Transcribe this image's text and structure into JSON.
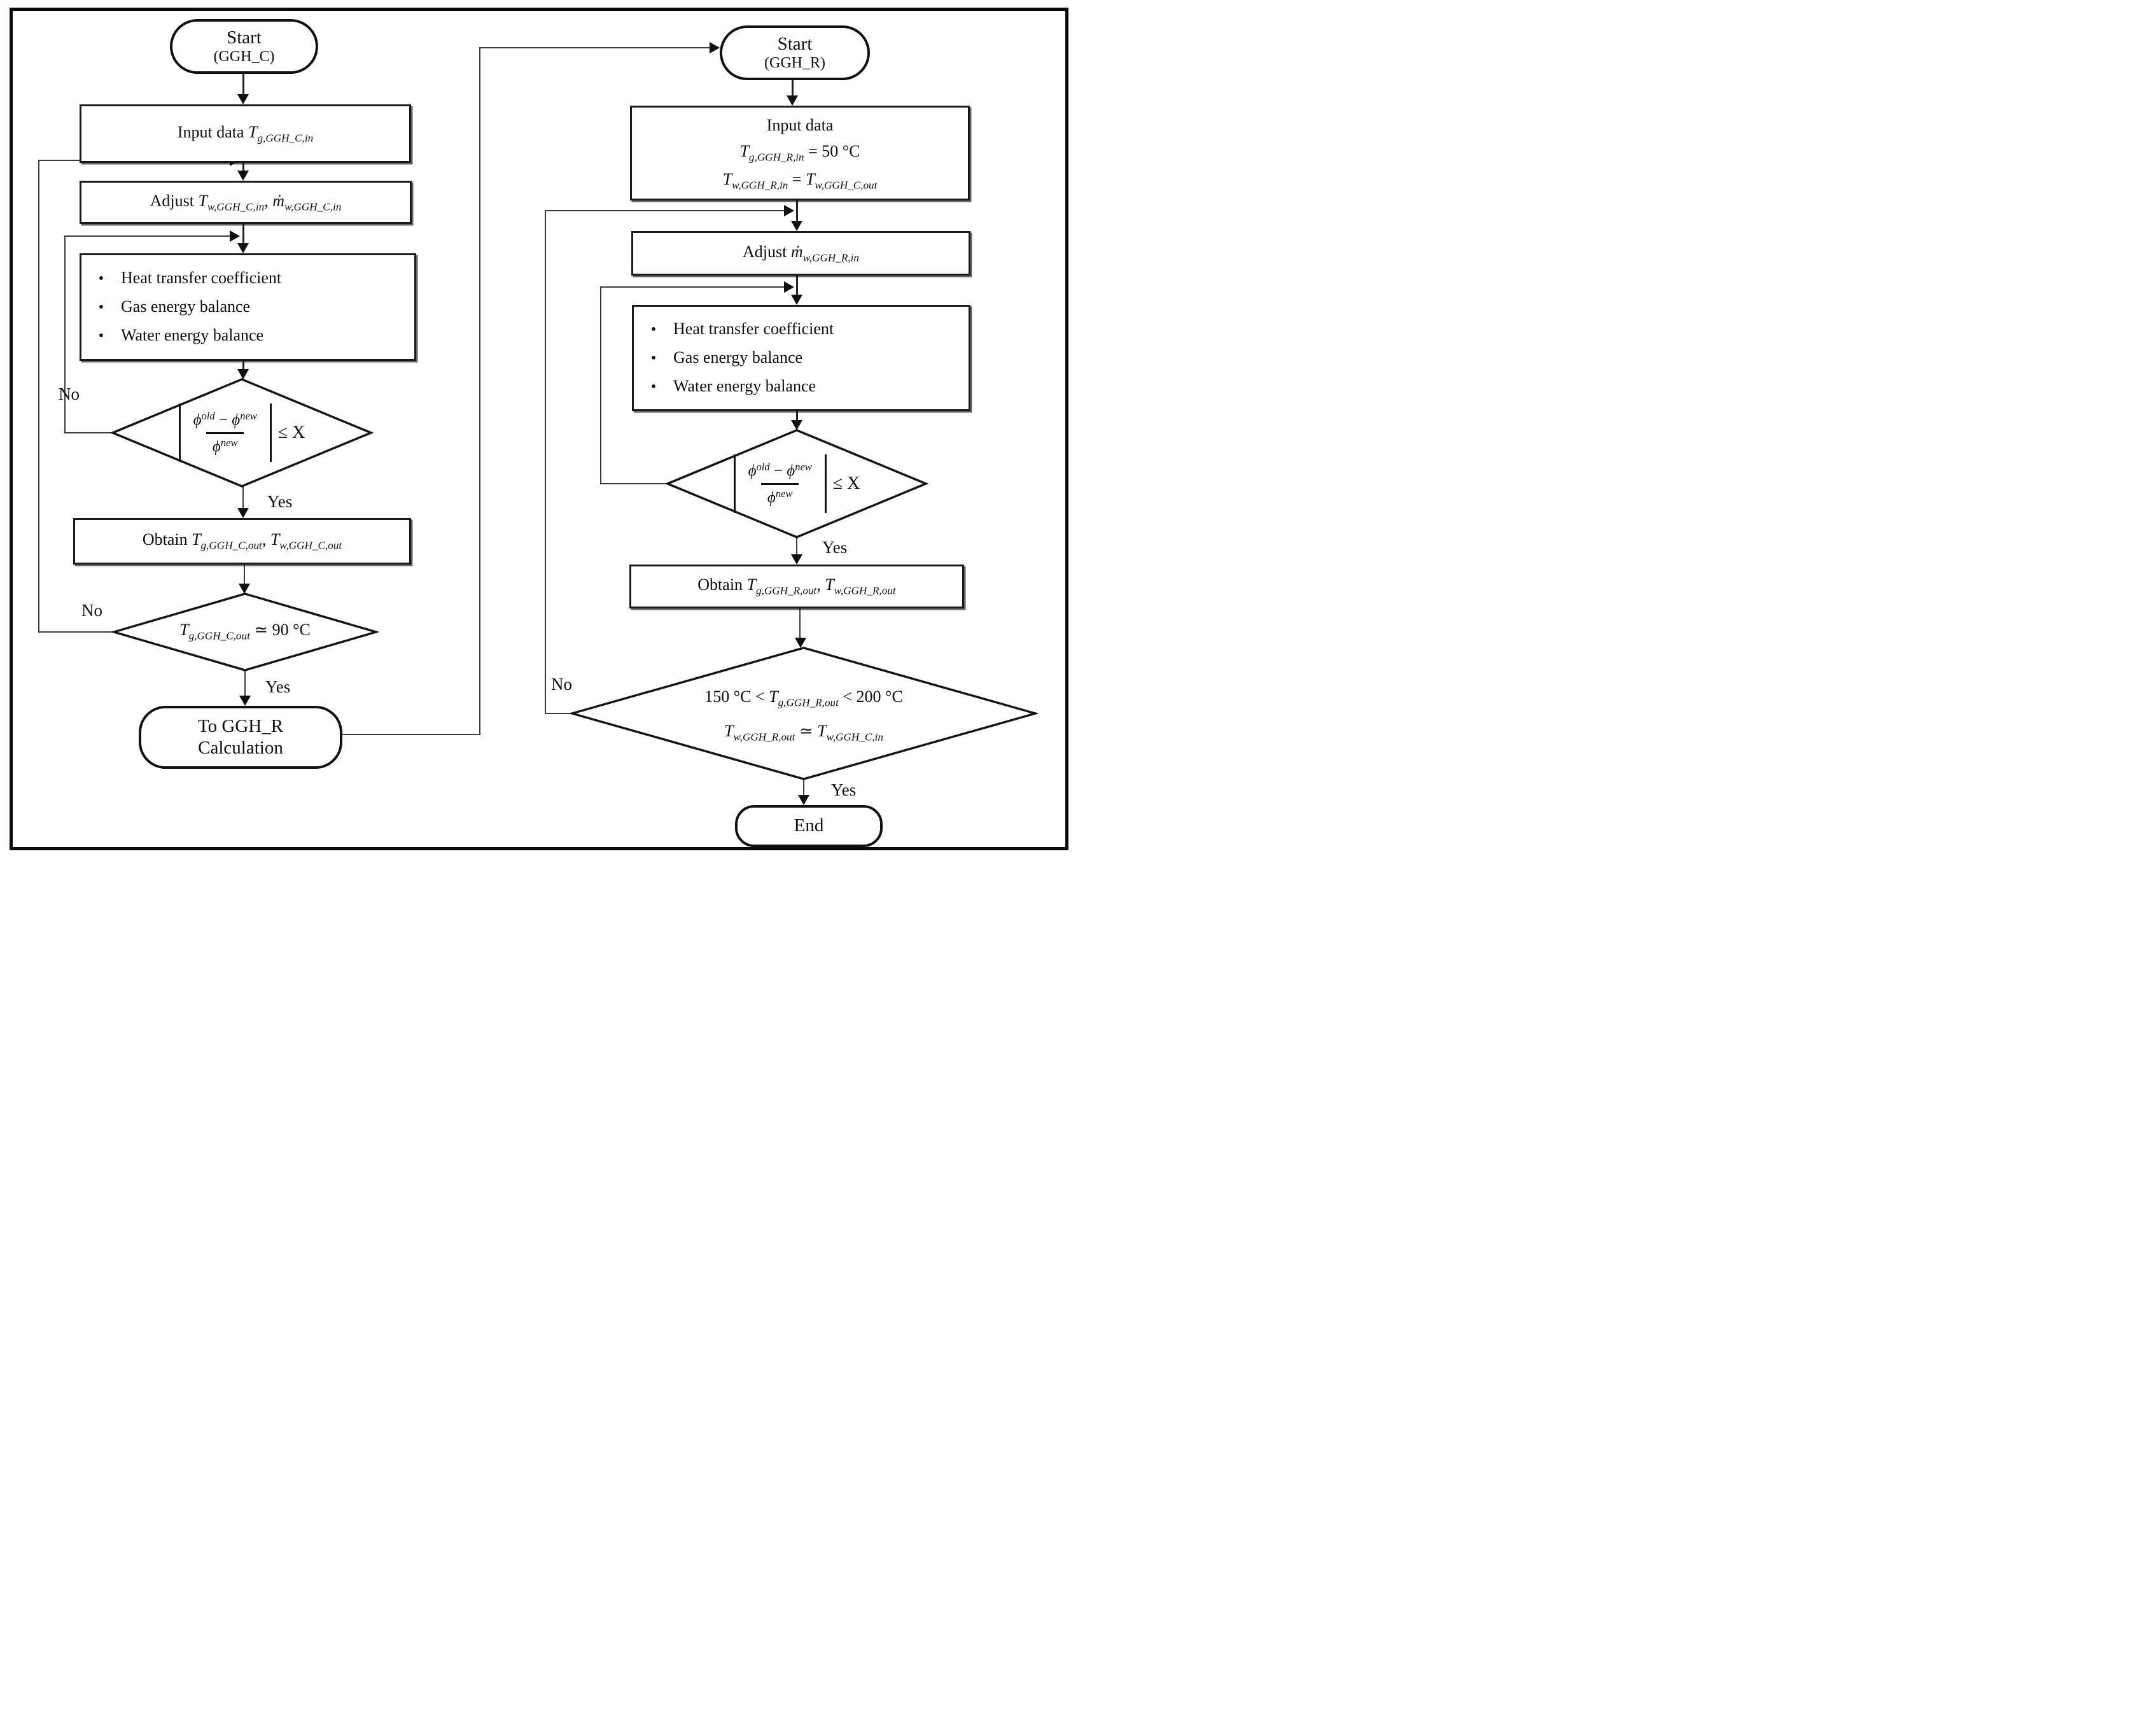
{
  "colors": {
    "line": "#3c3c3c",
    "border": "#1a1a1a",
    "text": "#111111",
    "background": "#ffffff"
  },
  "glyphs": {
    "bullet": "•"
  },
  "labels": {
    "yes": "Yes",
    "no": "No"
  },
  "left_flow": {
    "start": {
      "line1": "Start",
      "line2": "(GGH_C)"
    },
    "input": {
      "runs": [
        {
          "t": "Input data ",
          "s": "p"
        },
        {
          "t": "T",
          "s": "i"
        },
        {
          "t": "g,GGH_C,in",
          "s": "sub"
        }
      ]
    },
    "adjust": {
      "runs": [
        {
          "t": "Adjust ",
          "s": "p"
        },
        {
          "t": "T",
          "s": "i"
        },
        {
          "t": "w,GGH_C,in",
          "s": "sub"
        },
        {
          "t": ", ",
          "s": "p"
        },
        {
          "t": "ṁ",
          "s": "i"
        },
        {
          "t": "w,GGH_C,in",
          "s": "sub"
        }
      ]
    },
    "balance": {
      "items": [
        "Heat transfer coefficient",
        "Gas energy balance",
        "Water energy balance"
      ]
    },
    "convergence": {
      "numerator": [
        {
          "t": "ϕ",
          "s": "i"
        },
        {
          "t": "old",
          "s": "sup"
        },
        {
          "t": " − ",
          "s": "p"
        },
        {
          "t": "ϕ",
          "s": "i"
        },
        {
          "t": "new",
          "s": "sup"
        }
      ],
      "denominator": [
        {
          "t": "ϕ",
          "s": "i"
        },
        {
          "t": "new",
          "s": "sup"
        }
      ],
      "comparison": [
        {
          "t": "≤ X",
          "s": "p"
        }
      ]
    },
    "obtain": {
      "runs": [
        {
          "t": "Obtain ",
          "s": "p"
        },
        {
          "t": "T",
          "s": "i"
        },
        {
          "t": "g,GGH_C,out",
          "s": "sub"
        },
        {
          "t": ", ",
          "s": "p"
        },
        {
          "t": "T",
          "s": "i"
        },
        {
          "t": "w,GGH_C,out",
          "s": "sub"
        }
      ]
    },
    "temp_check": {
      "runs": [
        {
          "t": "T",
          "s": "i"
        },
        {
          "t": "g,GGH_C,out",
          "s": "sub"
        },
        {
          "t": " ≃ 90 °C",
          "s": "p"
        }
      ]
    },
    "to_ggh_r": {
      "line1": "To GGH_R",
      "line2": "Calculation"
    }
  },
  "right_flow": {
    "start": {
      "line1": "Start",
      "line2": "(GGH_R)"
    },
    "input": {
      "title": "Input data",
      "line2_runs": [
        {
          "t": "T",
          "s": "i"
        },
        {
          "t": "g,GGH_R,in",
          "s": "sub"
        },
        {
          "t": " = 50 °C",
          "s": "p"
        }
      ],
      "line3_runs": [
        {
          "t": "T",
          "s": "i"
        },
        {
          "t": "w,GGH_R,in",
          "s": "sub"
        },
        {
          "t": " = ",
          "s": "p"
        },
        {
          "t": "T",
          "s": "i"
        },
        {
          "t": "w,GGH_C,out",
          "s": "sub"
        }
      ]
    },
    "adjust": {
      "runs": [
        {
          "t": "Adjust ",
          "s": "p"
        },
        {
          "t": "ṁ",
          "s": "i"
        },
        {
          "t": "w,GGH_R,in",
          "s": "sub"
        }
      ]
    },
    "balance": {
      "items": [
        "Heat transfer coefficient",
        "Gas energy balance",
        "Water energy balance"
      ]
    },
    "convergence": {
      "numerator": [
        {
          "t": "ϕ",
          "s": "i"
        },
        {
          "t": "old",
          "s": "sup"
        },
        {
          "t": " − ",
          "s": "p"
        },
        {
          "t": "ϕ",
          "s": "i"
        },
        {
          "t": "new",
          "s": "sup"
        }
      ],
      "denominator": [
        {
          "t": "ϕ",
          "s": "i"
        },
        {
          "t": "new",
          "s": "sup"
        }
      ],
      "comparison": [
        {
          "t": "≤ X",
          "s": "p"
        }
      ]
    },
    "obtain": {
      "runs": [
        {
          "t": "Obtain ",
          "s": "p"
        },
        {
          "t": "T",
          "s": "i"
        },
        {
          "t": "g,GGH_R,out",
          "s": "sub"
        },
        {
          "t": ", ",
          "s": "p"
        },
        {
          "t": "T",
          "s": "i"
        },
        {
          "t": "w,GGH_R,out",
          "s": "sub"
        }
      ]
    },
    "final_check": {
      "line1_runs": [
        {
          "t": "150 °C < ",
          "s": "p"
        },
        {
          "t": "T",
          "s": "i"
        },
        {
          "t": "g,GGH_R,out",
          "s": "sub"
        },
        {
          "t": " < 200 °C",
          "s": "p"
        }
      ],
      "line2_runs": [
        {
          "t": "T",
          "s": "i"
        },
        {
          "t": "w,GGH_R,out",
          "s": "sub"
        },
        {
          "t": " ≃ ",
          "s": "p"
        },
        {
          "t": "T",
          "s": "i"
        },
        {
          "t": "w,GGH_C,in",
          "s": "sub"
        }
      ]
    },
    "end": {
      "label": "End"
    }
  }
}
